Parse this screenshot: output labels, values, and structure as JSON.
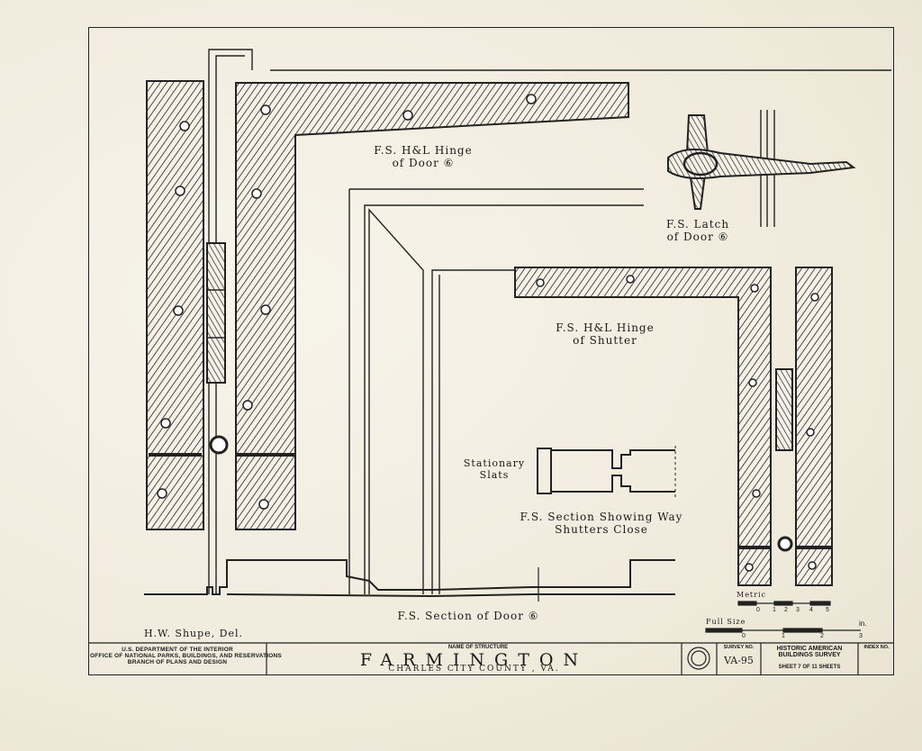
{
  "labels": {
    "hinge_door": [
      "F.S. H&L Hinge",
      "of Door ⑥"
    ],
    "latch": [
      "F.S. Latch",
      "of Door ⑥"
    ],
    "hinge_shutter": [
      "F.S. H&L Hinge",
      "of Shutter"
    ],
    "slats": [
      "Stationary",
      "Slats"
    ],
    "section_shutters": [
      "F.S. Section Showing Way",
      "Shutters Close"
    ],
    "section_door": "F.S. Section of Door ⑥",
    "delineator": "H.W. Shupe, Del.",
    "scale_metric": "Metric",
    "scale_metric_ticks": [
      "0",
      "1",
      "2",
      "3",
      "4",
      "5"
    ],
    "scale_full": "Full Size",
    "scale_full_ticks": [
      "0",
      "1",
      "2",
      "3"
    ],
    "scale_full_unit": "in."
  },
  "title_block": {
    "agency": [
      "U.S. DEPARTMENT OF THE INTERIOR",
      "OFFICE OF NATIONAL PARKS, BUILDINGS, AND RESERVATIONS",
      "BRANCH OF PLANS AND DESIGN"
    ],
    "name_label": "NAME OF STRUCTURE",
    "name": "FARMINGTON",
    "location": "CHARLES CITY COUNTY , VA.",
    "survey_label": "SURVEY NO.",
    "survey_no": "VA-95",
    "habs": [
      "HISTORIC AMERICAN",
      "BUILDINGS SURVEY"
    ],
    "sheet": "SHEET 7 OF 11 SHEETS",
    "index_label": "INDEX NO."
  }
}
